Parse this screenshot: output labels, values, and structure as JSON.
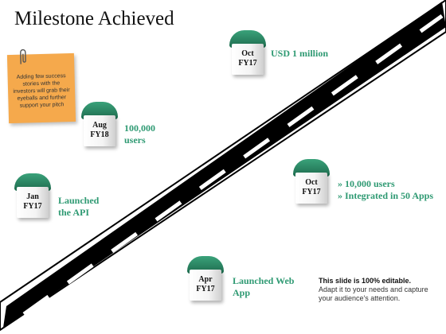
{
  "title": "Milestone Achieved",
  "note": "Adding few success stories with the investors will grab their eyeballs and further support your pitch",
  "milestones": [
    {
      "month": "Oct",
      "year": "FY17",
      "text": "USD 1 million"
    },
    {
      "month": "Aug",
      "year": "FY18",
      "text_lines": [
        "100,000",
        "users"
      ]
    },
    {
      "month": "Jan",
      "year": "FY17",
      "text_lines": [
        "Launched",
        "the API"
      ]
    },
    {
      "month": "Oct",
      "year": "FY17",
      "bullets": [
        "10,000 users",
        "Integrated in 50 Apps"
      ]
    },
    {
      "month": "Apr",
      "year": "FY17",
      "text_lines": [
        "Launched Web",
        "App"
      ]
    }
  ],
  "footer": {
    "bold": "This slide is 100% editable.",
    "text": "Adapt it to your needs and capture your audience's attention."
  },
  "colors": {
    "accent": "#2f9a73",
    "road": "#000000",
    "note": "#f5a94c"
  }
}
